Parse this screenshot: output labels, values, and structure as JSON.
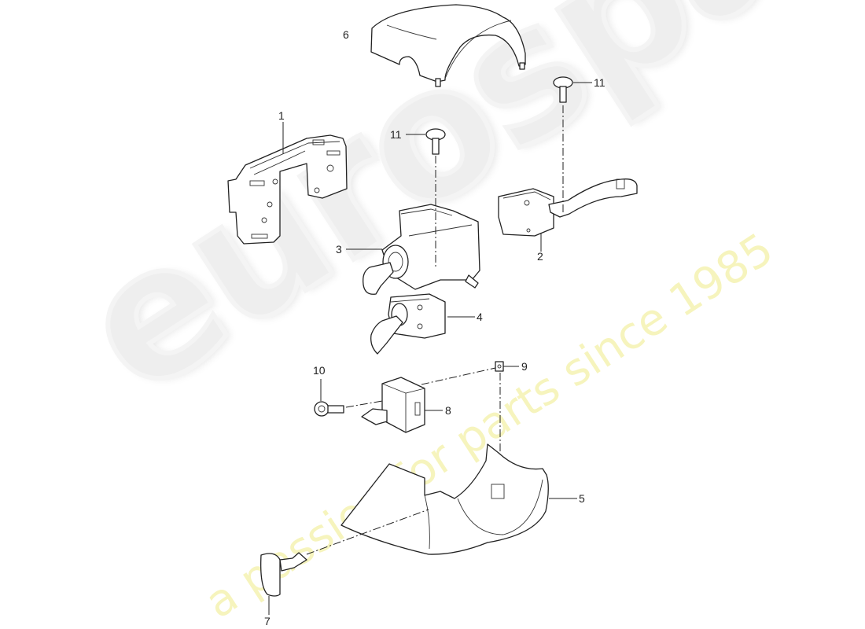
{
  "watermark": {
    "brand": "eurospares",
    "tagline": "a passion for parts since 1985",
    "brand_color": "#ececec",
    "tagline_color": "#f4f1a8"
  },
  "diagram": {
    "subject": "Steering column switch assembly with trim covers (exploded view)",
    "callouts": [
      {
        "id": "c1",
        "label": "1",
        "part": "Steering column switch module / control unit"
      },
      {
        "id": "c2",
        "label": "2",
        "part": "Wiper lever switch"
      },
      {
        "id": "c3",
        "label": "3",
        "part": "Turn signal / headlight switch with housing"
      },
      {
        "id": "c4",
        "label": "4",
        "part": "Cruise control lever switch"
      },
      {
        "id": "c5",
        "label": "5",
        "part": "Lower steering column trim cover"
      },
      {
        "id": "c6",
        "label": "6",
        "part": "Upper steering column trim cover"
      },
      {
        "id": "c7",
        "label": "7",
        "part": "Cover plug"
      },
      {
        "id": "c8",
        "label": "8",
        "part": "Control unit box"
      },
      {
        "id": "c9",
        "label": "9",
        "part": "Speed nut clip"
      },
      {
        "id": "c10",
        "label": "10",
        "part": "Screw"
      },
      {
        "id": "c11a",
        "label": "11",
        "part": "Screw"
      },
      {
        "id": "c11b",
        "label": "11",
        "part": "Screw"
      }
    ]
  }
}
